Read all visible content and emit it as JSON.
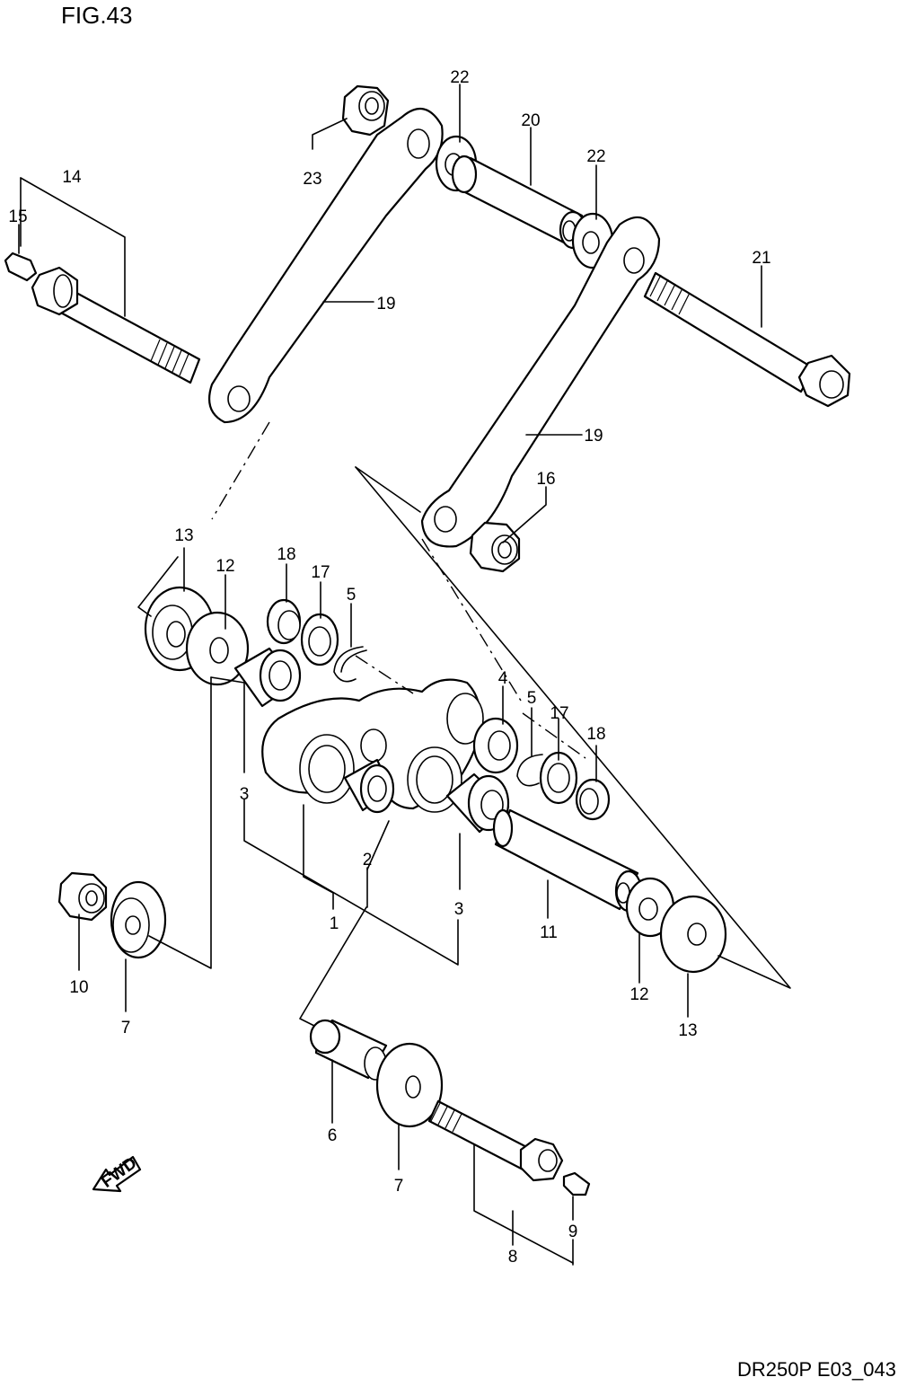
{
  "figure": {
    "title": "FIG.43",
    "code": "DR250P E03_043",
    "fwd_label": "FWD"
  },
  "callouts": [
    {
      "id": "c23",
      "number": "23"
    },
    {
      "id": "c22a",
      "number": "22"
    },
    {
      "id": "c20",
      "number": "20"
    },
    {
      "id": "c22b",
      "number": "22"
    },
    {
      "id": "c14",
      "number": "14"
    },
    {
      "id": "c15",
      "number": "15"
    },
    {
      "id": "c19a",
      "number": "19"
    },
    {
      "id": "c21",
      "number": "21"
    },
    {
      "id": "c19b",
      "number": "19"
    },
    {
      "id": "c16",
      "number": "16"
    },
    {
      "id": "c13a",
      "number": "13"
    },
    {
      "id": "c12a",
      "number": "12"
    },
    {
      "id": "c18a",
      "number": "18"
    },
    {
      "id": "c17a",
      "number": "17"
    },
    {
      "id": "c5a",
      "number": "5"
    },
    {
      "id": "c4",
      "number": "4"
    },
    {
      "id": "c5b",
      "number": "5"
    },
    {
      "id": "c17b",
      "number": "17"
    },
    {
      "id": "c18b",
      "number": "18"
    },
    {
      "id": "c3a",
      "number": "3"
    },
    {
      "id": "c2",
      "number": "2"
    },
    {
      "id": "c1",
      "number": "1"
    },
    {
      "id": "c3b",
      "number": "3"
    },
    {
      "id": "c11",
      "number": "11"
    },
    {
      "id": "c10",
      "number": "10"
    },
    {
      "id": "c7a",
      "number": "7"
    },
    {
      "id": "c12b",
      "number": "12"
    },
    {
      "id": "c13b",
      "number": "13"
    },
    {
      "id": "c6",
      "number": "6"
    },
    {
      "id": "c7b",
      "number": "7"
    },
    {
      "id": "c9",
      "number": "9"
    },
    {
      "id": "c8",
      "number": "8"
    }
  ]
}
